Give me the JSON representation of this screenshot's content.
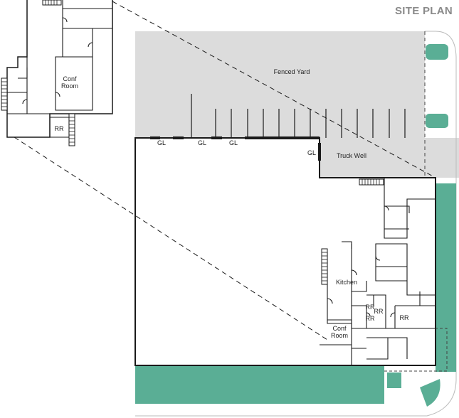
{
  "title": "SITE PLAN",
  "labels": {
    "fenced_yard": "Fenced Yard",
    "truck_well": "Truck Well",
    "gl": "GL",
    "kitchen": "Kitchen",
    "conf_room_1": "Conf",
    "conf_room_2": "Room",
    "rr": "RR"
  },
  "colors": {
    "paving": "#dcdcdc",
    "landscape": "#5aae95",
    "walls": "#1a1a1a",
    "title": "#8a8a8a"
  }
}
